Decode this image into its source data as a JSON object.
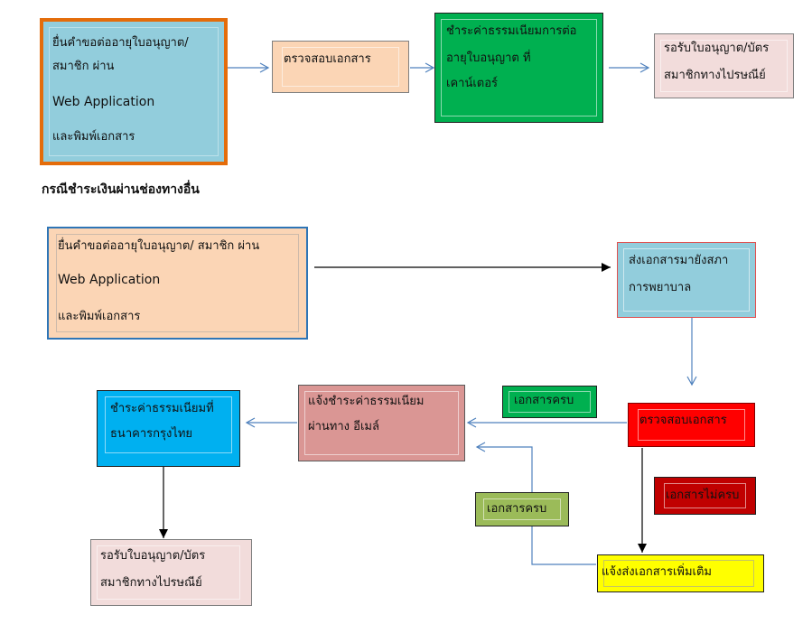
{
  "colors": {
    "light_blue": "#92cddc",
    "peach": "#fbd5b5",
    "green": "#00b050",
    "pale_pink": "#f2dcdb",
    "rose": "#da9694",
    "bright_blue": "#00b0f0",
    "red": "#ff0000",
    "dark_red": "#c00000",
    "lime_green": "#9bbb59",
    "yellow": "#ffff00",
    "orange_border": "#e46c0a",
    "blue_border": "#2e75b6",
    "arrow_blue": "#4f81bd"
  },
  "flow1": {
    "submit": {
      "line1": "ยื่นคำขอต่ออายุใบอนุญาต/",
      "line2": "สมาชิก ผ่าน",
      "line3": "Web Application",
      "line4": "และพิมพ์เอกสาร"
    },
    "check": "ตรวจสอบเอกสาร",
    "pay": {
      "line1": "ชำระค่าธรรมเนียมการต่อ",
      "line2": "อายุใบอนุญาต ที่",
      "line3": "เคาน์เตอร์"
    },
    "receive": {
      "line1": "รอรับใบอนุญาต/บัตร",
      "line2": "สมาชิกทางไปรษณีย์"
    }
  },
  "section2_heading": "กรณีชำระเงินผ่านช่องทางอื่น",
  "flow2": {
    "submit": {
      "line1": "ยื่นคำขอต่ออายุใบอนุญาต/ สมาชิก ผ่าน",
      "line2": "Web Application",
      "line3": "และพิมพ์เอกสาร"
    },
    "send": {
      "line1": "ส่งเอกสารมายังสภา",
      "line2": "การพยาบาล"
    },
    "check": "ตรวจสอบเอกสาร",
    "complete_label_top": "เอกสารครบ",
    "incomplete_label": "เอกสารไม่ครบ",
    "request_more": "แจ้งส่งเอกสารเพิ่มเติม",
    "complete_label_bottom": "เอกสารครบ",
    "notify_fee": {
      "line1": "แจ้งชำระค่าธรรมเนียม",
      "line2": "ผ่านทาง อีเมล์"
    },
    "pay_bank": {
      "line1": "ชำระค่าธรรมเนียมที่",
      "line2": "ธนาคารกรุงไทย"
    },
    "receive": {
      "line1": "รอรับใบอนุญาต/บัตร",
      "line2": "สมาชิกทางไปรษณีย์"
    }
  }
}
